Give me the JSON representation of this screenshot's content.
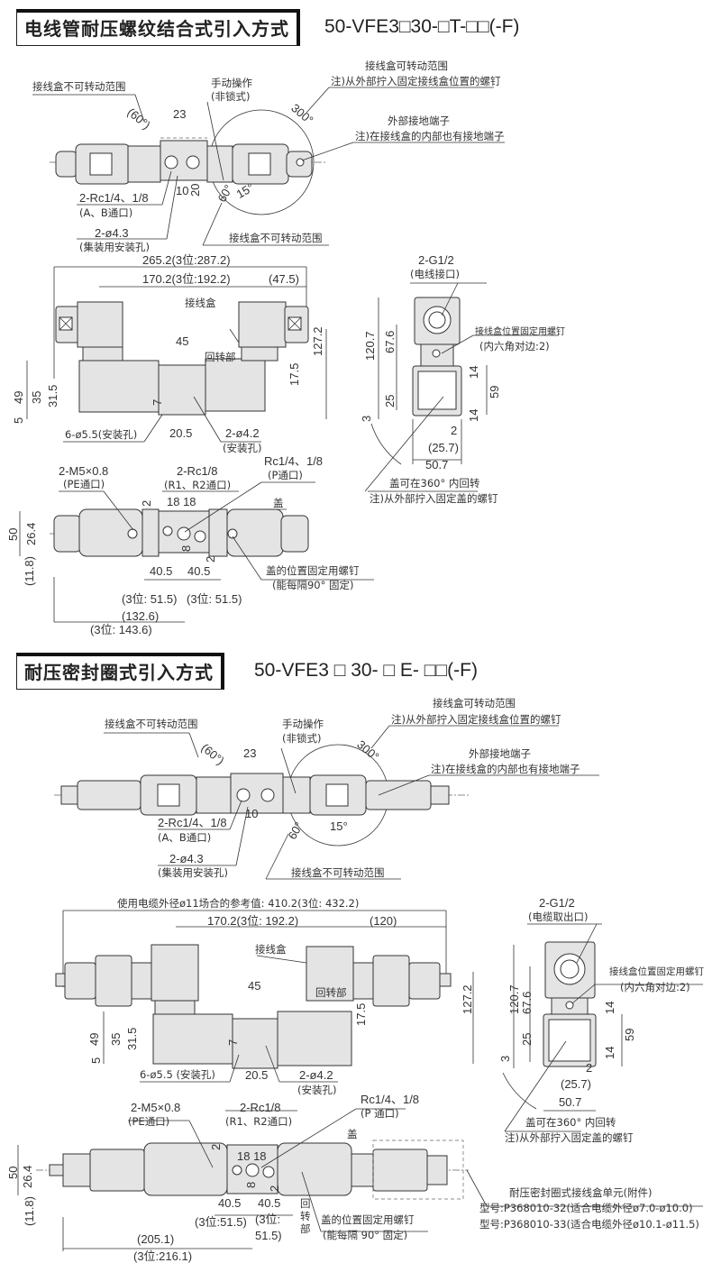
{
  "section1": {
    "title": "电线管耐压螺纹结合式引入方式",
    "model": "50-VFE3□30-□T-□□(-F)",
    "top": [
      "接线盒不可转动范围",
      "手动操作",
      "(非锁式)",
      "接线盒可转动范围",
      "注)从外部拧入固定接线盒位置的螺钉",
      "外部接地端子",
      "注)在接线盒的内部也有接地端子",
      "23",
      "(60°)",
      "300°",
      "2-Rc1/4、1/8",
      "(A、B通口)",
      "2-ø4.3",
      "(集装用安装孔)",
      "10",
      "20",
      "60°",
      "15°",
      "接线盒不可转动范围"
    ],
    "front": [
      "265.2(3位:287.2)",
      "170.2(3位:192.2)",
      "(47.5)",
      "接线盒",
      "45",
      "回转部",
      "127.2",
      "17.5",
      "49",
      "35",
      "31.5",
      "5",
      "6-ø5.5(安装孔)",
      "20.5",
      "2-ø4.2",
      "(安装孔)",
      "7"
    ],
    "side": [
      "2-G1/2",
      "(电线接口)",
      "接线盒位置固定用螺钉",
      "(内六角对边:2)",
      "120.7",
      "67.6",
      "25",
      "3",
      "14",
      "59",
      "14",
      "2",
      "(25.7)",
      "50.7",
      "盖可在360° 内回转",
      "注)从外部拧入固定盖的螺钉"
    ],
    "bottom": [
      "2-M5×0.8",
      "(PE通口)",
      "2-Rc1/8",
      "(R1、R2通口)",
      "Rc1/4、1/8",
      "(P通口)",
      "盖",
      "2",
      "18 18",
      "50",
      "26.4",
      "(11.8)",
      "8",
      "2",
      "40.5",
      "40.5",
      "盖的位置固定用螺钉",
      "(能每隔90° 固定)",
      "(3位: 51.5)",
      "(3位: 51.5)",
      "(132.6)",
      "(3位: 143.6)"
    ]
  },
  "section2": {
    "title": "耐压密封圈式引入方式",
    "model": "50-VFE3 □ 30- □ E- □□(-F)",
    "top": [
      "接线盒不可转动范围",
      "手动操作",
      "(非锁式)",
      "接线盒可转动范围",
      "注)从外部拧入固定接线盒位置的螺钉",
      "外部接地端子",
      "注)在接线盒的内部也有接地端子",
      "23",
      "(60°)",
      "300°",
      "2-Rc1/4、1/8",
      "(A、B通口)",
      "2-ø4.3",
      "(集装用安装孔)",
      "10",
      "60°",
      "15°",
      "接线盒不可转动范围"
    ],
    "front": [
      "使用电缆外径ø11场合的参考值: 410.2(3位: 432.2)",
      "170.2(3位: 192.2)",
      "(120)",
      "接线盒",
      "45",
      "回转部",
      "127.2",
      "17.5",
      "49",
      "35",
      "31.5",
      "5",
      "6-ø5.5 (安装孔)",
      "20.5",
      "2-ø4.2",
      "(安装孔)",
      "7"
    ],
    "side": [
      "2-G1/2",
      "(电缆取出口)",
      "接线盒位置固定用螺钉",
      "(内六角对边:2)",
      "120.7",
      "67.6",
      "25",
      "3",
      "14",
      "59",
      "14",
      "2",
      "(25.7)",
      "50.7",
      "盖可在360° 内回转",
      "注)从外部拧入固定盖的螺钉"
    ],
    "bottom": [
      "2-M5×0.8",
      "(PE通口)",
      "2-Rc1/8",
      "(R1、R2通口)",
      "Rc1/4、1/8",
      "(P 通口)",
      "盖",
      "2",
      "18 18",
      "50",
      "26.4",
      "(11.8)",
      "8",
      "2",
      "40.5",
      "40.5",
      "盖的位置固定用螺钉",
      "(能每隔 90° 固定)",
      "(3位:51.5)",
      "(3位:",
      "51.5)",
      "(205.1)",
      "(3位:216.1)",
      "回转部"
    ],
    "accessory": {
      "title": "耐压密封圈式接线盒单元(附件)",
      "models": [
        "型号:P368010-32(适合电缆外径ø7.0-ø10.0)",
        "型号:P368010-33(适合电缆外径ø10.1-ø11.5)"
      ]
    }
  }
}
